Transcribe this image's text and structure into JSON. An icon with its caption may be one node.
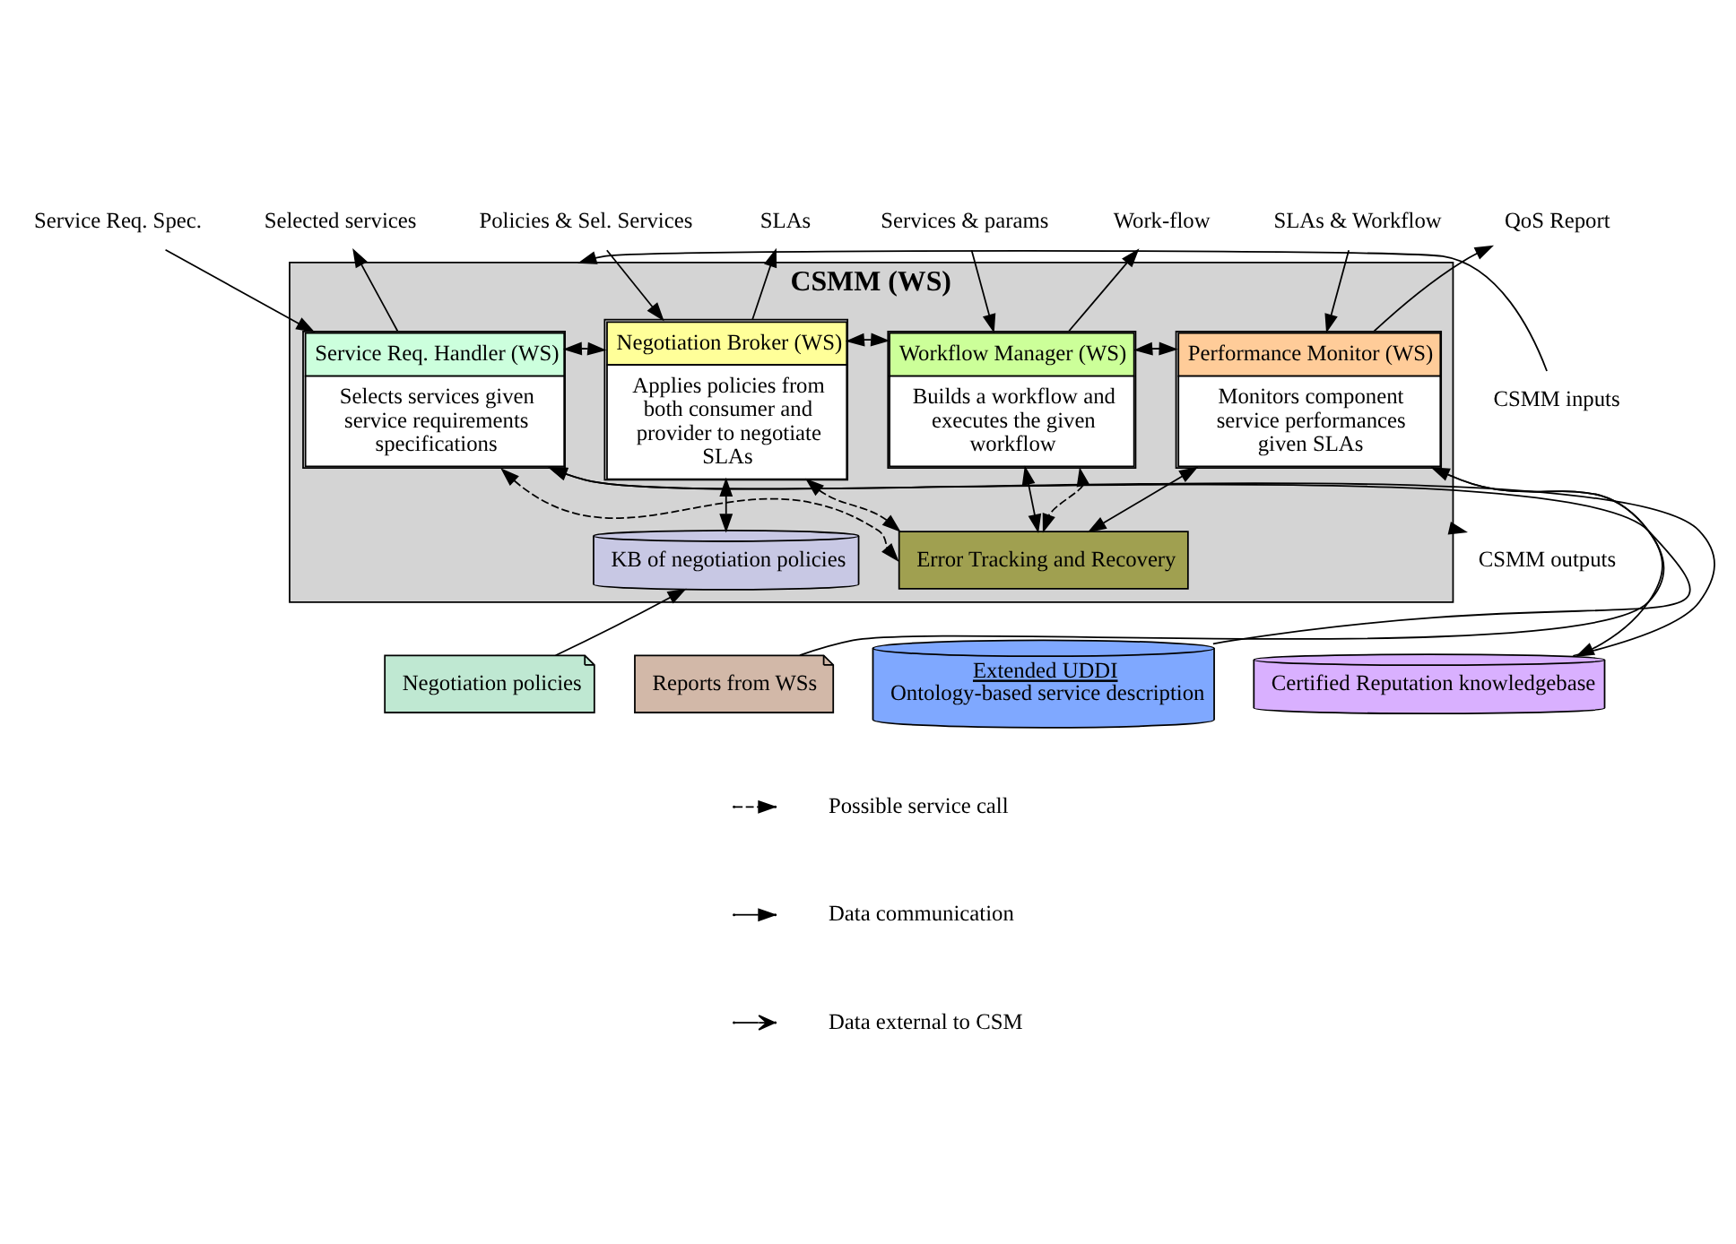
{
  "diagram": {
    "nodes": [
      {
        "text": [
          "CSMM (WS)"
        ]
      },
      {
        "text": [
          "Service Req. Handler (WS)",
          "Selects services given service requirements specifications"
        ],
        "in": 0
      },
      {
        "text": [
          "Negotiation Broker (WS)",
          "Applies policies from both consumer and provider to negotiate SLAs"
        ],
        "in": 0
      },
      {
        "text": [
          "Workflow Manager (WS)",
          "Builds a workflow and executes the given workflow"
        ],
        "in": 0
      },
      {
        "text": [
          "Performance Monitor (WS)",
          "Monitors component service performances given SLAs"
        ],
        "in": 0
      },
      {
        "text": [
          "KB of negotiation policies"
        ],
        "in": 0
      },
      {
        "text": [
          "Error Tracking and Recovery"
        ],
        "in": 0
      },
      {
        "text": [
          "Extended UDDI",
          "Ontology-based service description"
        ]
      },
      {
        "text": [
          "Certified Reputation knowledgebase"
        ]
      },
      {
        "text": [
          "Negotiation policies"
        ]
      },
      {
        "text": [
          "Reports from WSs"
        ]
      },
      {
        "text": [
          "Service Req. Spec."
        ]
      },
      {
        "text": [
          "Selected services"
        ]
      },
      {
        "text": [
          "Policies & Sel. Services"
        ]
      },
      {
        "text": [
          "SLAs"
        ]
      },
      {
        "text": [
          "Services & params"
        ]
      },
      {
        "text": [
          "Work-flow"
        ]
      },
      {
        "text": [
          "SLAs & Workflow"
        ]
      },
      {
        "text": [
          "QoS Report"
        ]
      },
      {
        "text": [
          "CSMM inputs"
        ]
      },
      {
        "text": [
          "CSMM outputs"
        ]
      }
    ],
    "edges": [
      {
        "from": 11,
        "to": 1,
        "arrow": "to"
      },
      {
        "from": 1,
        "to": 12,
        "arrow": "to"
      },
      {
        "from": 13,
        "to": 2,
        "arrow": "to"
      },
      {
        "from": 2,
        "to": 14,
        "arrow": "to"
      },
      {
        "from": 15,
        "to": 3,
        "arrow": "to"
      },
      {
        "from": 3,
        "to": 16,
        "arrow": "to"
      },
      {
        "from": 17,
        "to": 4,
        "arrow": "to"
      },
      {
        "from": 4,
        "to": 18,
        "arrow": "to"
      },
      {
        "from": 4,
        "to": 8,
        "arrow": "to"
      },
      {
        "from": 19,
        "to": 0,
        "arrow": "to"
      },
      {
        "from": 0,
        "to": 20,
        "arrow": "to"
      },
      {
        "from": 7,
        "to": 1,
        "arrow": "to"
      },
      {
        "from": 8,
        "to": 1,
        "arrow": "to"
      },
      {
        "from": 2,
        "to": 5,
        "arrow": "both"
      },
      {
        "from": 3,
        "to": 6,
        "arrow": "both"
      },
      {
        "from": 4,
        "to": 6,
        "arrow": "both"
      },
      {
        "from": 9,
        "to": 5,
        "arrow": "to"
      },
      {
        "from": 10,
        "to": 4,
        "arrow": "to"
      },
      {
        "from": 1,
        "to": 2,
        "arrow": "both",
        "style": "dashed"
      },
      {
        "from": 2,
        "to": 3,
        "arrow": "both",
        "style": "dashed"
      },
      {
        "from": 3,
        "to": 4,
        "arrow": "both",
        "style": "dashed"
      },
      {
        "from": 1,
        "to": 6,
        "arrow": "both",
        "style": "dashed"
      },
      {
        "from": 2,
        "to": 6,
        "arrow": "both",
        "style": "dashed"
      },
      {
        "from": 3,
        "to": 6,
        "arrow": "both",
        "style": "dashed"
      }
    ],
    "legend": [
      {
        "text": "Possible service call"
      },
      {
        "text": "Data communication"
      },
      {
        "text": "Data external to CSM"
      }
    ]
  }
}
